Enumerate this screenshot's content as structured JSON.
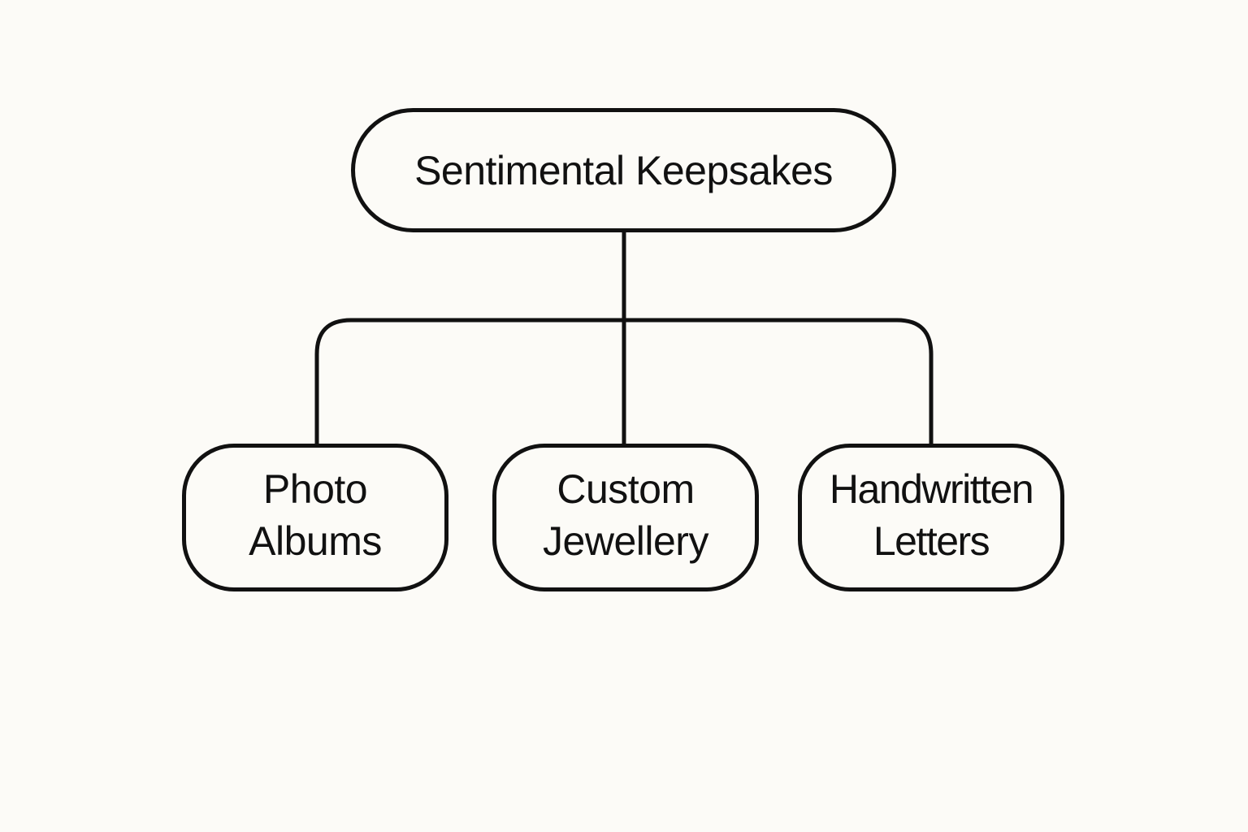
{
  "colors": {
    "background": "#fcfbf7",
    "stroke": "#111111",
    "node_fill": "#fcfbf7",
    "text": "#111111"
  },
  "diagram": {
    "type": "tree",
    "root": {
      "label": "Sentimental Keepsakes"
    },
    "children": [
      {
        "label": "Photo\nAlbums"
      },
      {
        "label": "Custom\nJewellery"
      },
      {
        "label": "Handwritten\nLetters"
      }
    ],
    "edges": [
      {
        "from": "Sentimental Keepsakes",
        "to": "Photo Albums"
      },
      {
        "from": "Sentimental Keepsakes",
        "to": "Custom Jewellery"
      },
      {
        "from": "Sentimental Keepsakes",
        "to": "Handwritten Letters"
      }
    ]
  }
}
